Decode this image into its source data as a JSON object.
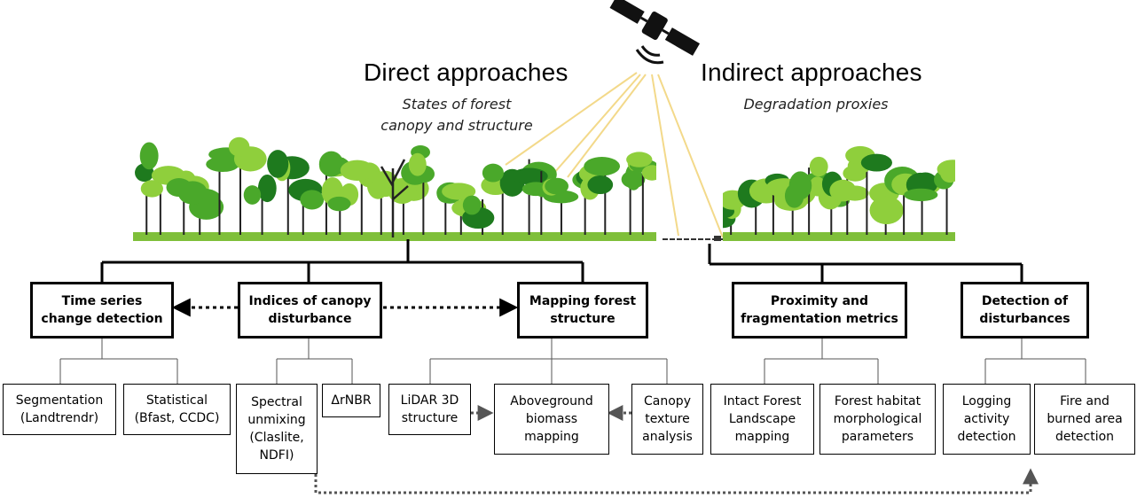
{
  "headers": {
    "direct": {
      "title": "Direct approaches",
      "subtitle": "States of forest\ncanopy and structure"
    },
    "indirect": {
      "title": "Indirect approaches",
      "subtitle": "Degradation proxies"
    }
  },
  "categories": {
    "time_series": "Time series\nchange detection",
    "indices": "Indices of canopy\ndisturbance",
    "mapping": "Mapping forest\nstructure",
    "proximity": "Proximity and\nfragmentation metrics",
    "detection": "Detection of\ndisturbances"
  },
  "methods": {
    "segmentation": "Segmentation\n(Landtrendr)",
    "statistical": "Statistical\n(Bfast, CCDC)",
    "spectral": "Spectral\nunmixing\n(Claslite,\nNDFI)",
    "dnbr": "ΔrNBR",
    "lidar": "LiDAR 3D\nstructure",
    "biomass": "Aboveground\nbiomass\nmapping",
    "texture": "Canopy\ntexture\nanalysis",
    "intact": "Intact Forest\nLandscape\nmapping",
    "habitat": "Forest habitat\nmorphological\nparameters",
    "logging": "Logging\nactivity\ndetection",
    "fire": "Fire and\nburned area\ndetection"
  },
  "colors": {
    "beam": "#f3d98a",
    "tree_light": "#8fcf3c",
    "tree_mid": "#4aa82a",
    "tree_dark": "#1e7a1e",
    "trunk": "#222222",
    "satellite": "#111111"
  },
  "icons": [
    "satellite-icon",
    "forest-illustration",
    "degraded-forest-illustration"
  ]
}
